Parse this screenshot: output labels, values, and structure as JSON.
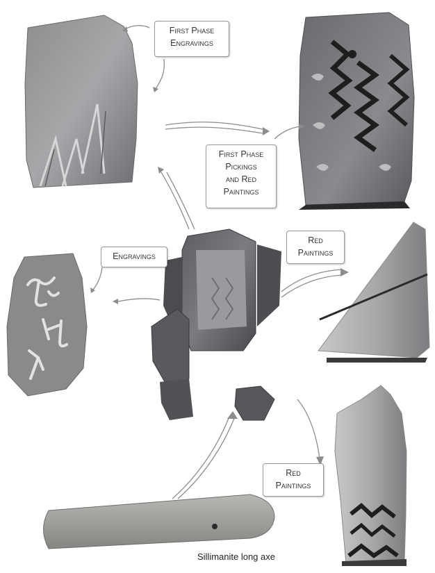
{
  "labels": {
    "first_phase_engravings": [
      "First Phase",
      "Engravings"
    ],
    "first_phase_pickings": [
      "First Phase",
      "Pickings",
      "and Red",
      "Paintings"
    ],
    "engravings": [
      "Engravings"
    ],
    "red_paintings_right": [
      "Red",
      "Paintings"
    ],
    "red_paintings_lower": [
      "Red",
      "Paintings"
    ]
  },
  "caption": "Sillimanite long axe",
  "colors": {
    "stone_gray": "#8a8a8c",
    "stone_dark": "#5c5c60",
    "engraved_stone": "#9a9a9c",
    "red_paint": "#1f1f1f",
    "arrow_outline": "#8c8c8c",
    "label_border": "#9a9a9a"
  }
}
